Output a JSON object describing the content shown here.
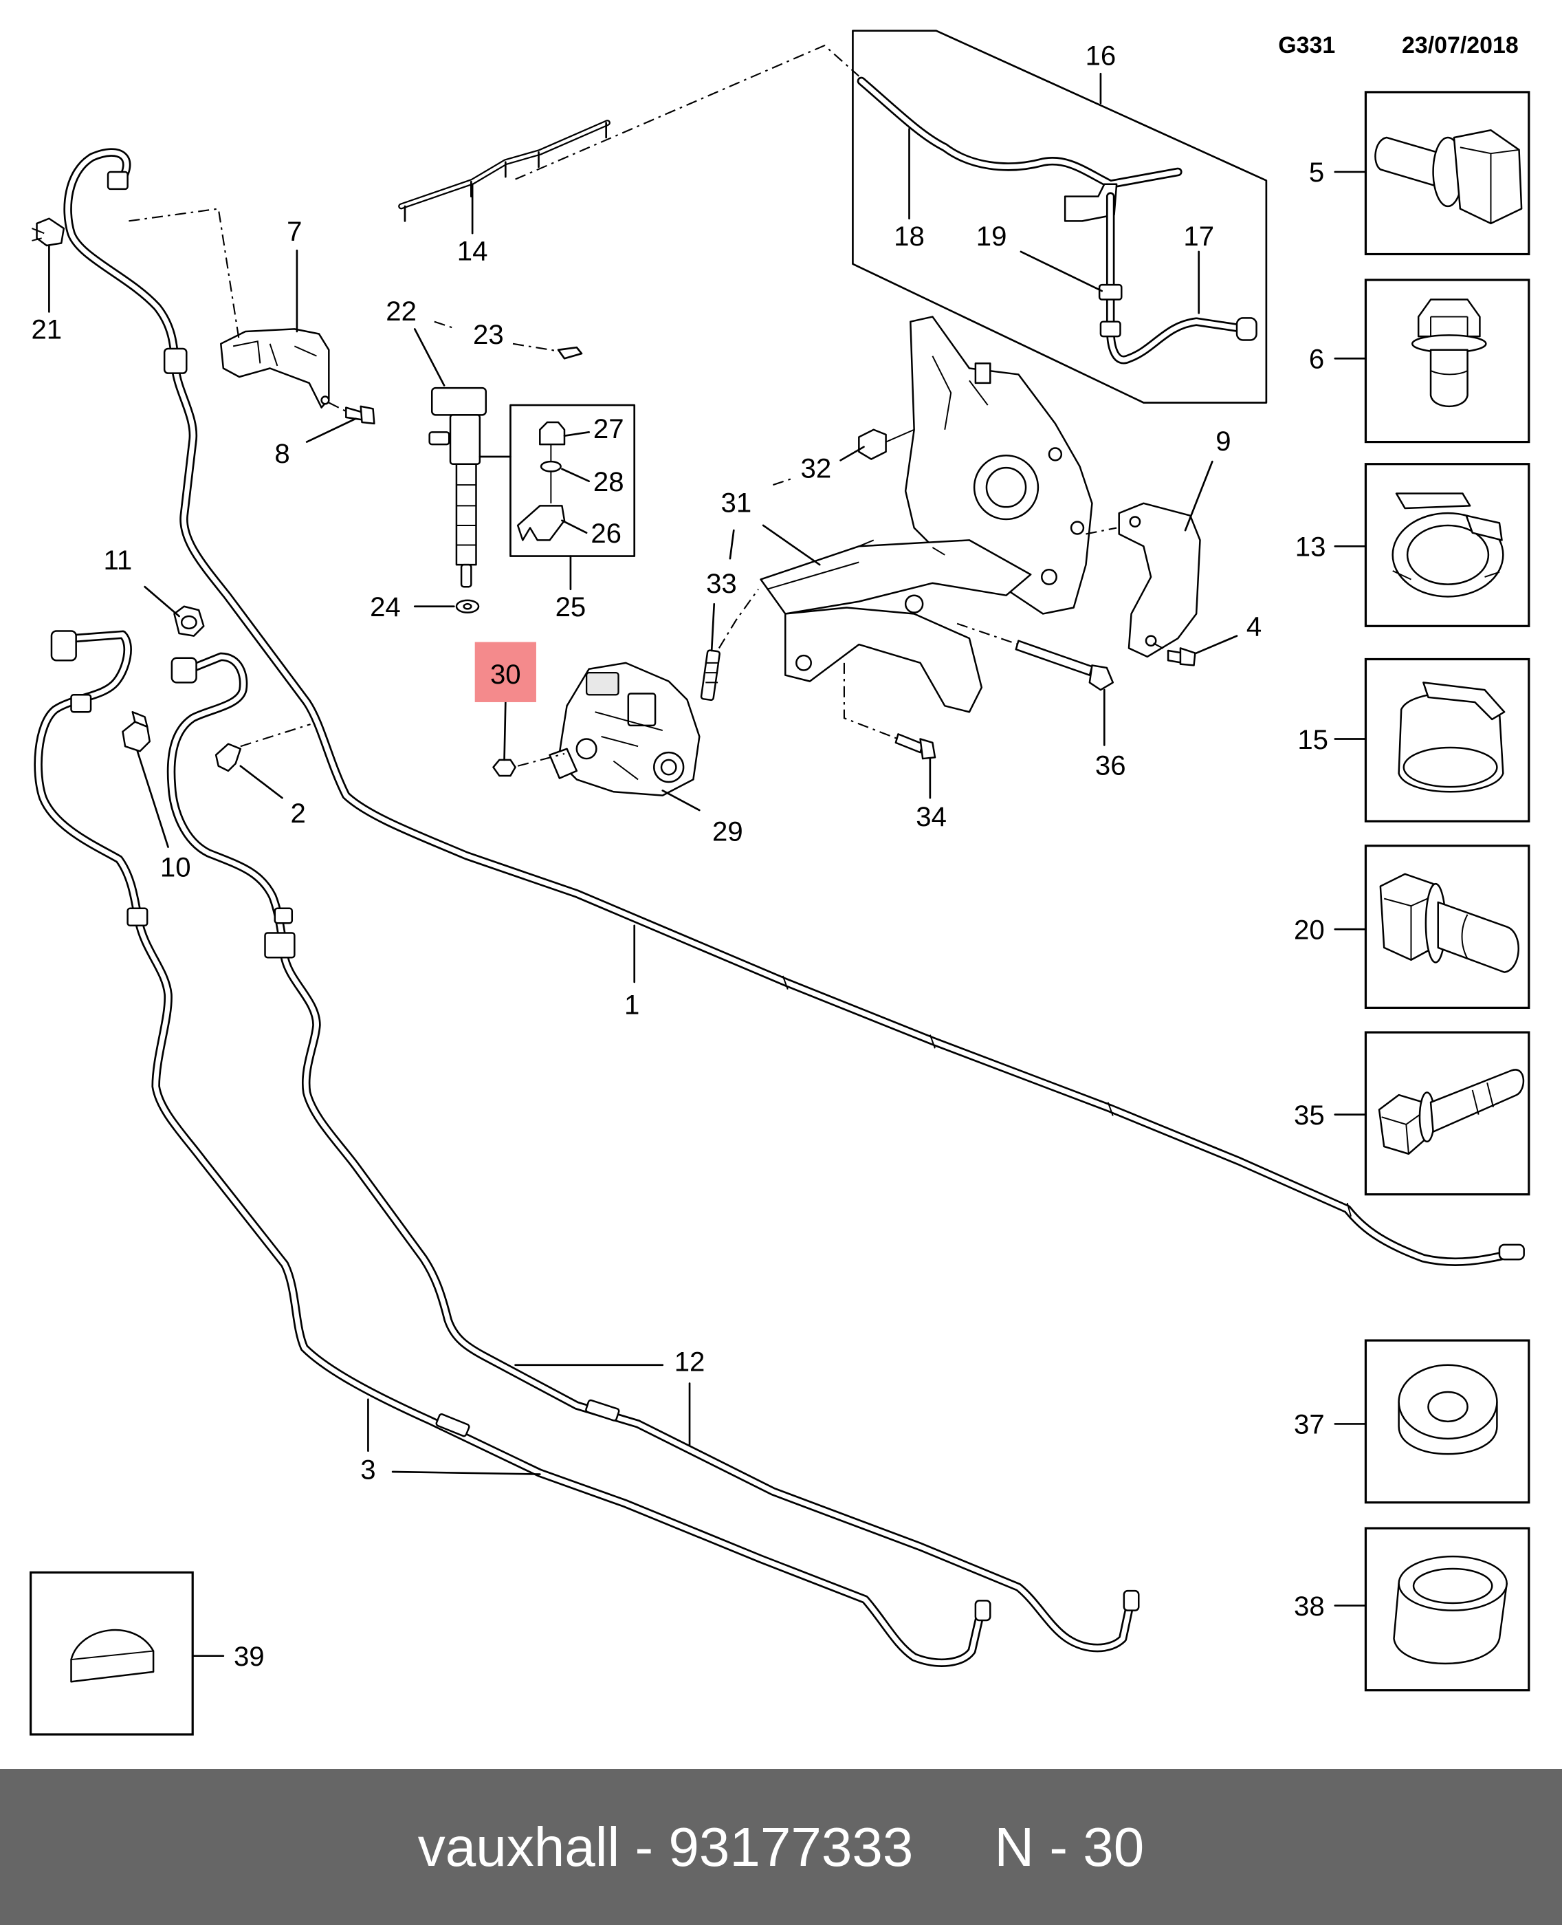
{
  "header": {
    "code": "G331",
    "date": "23/07/2018"
  },
  "labels": {
    "n1": "1",
    "n2": "2",
    "n3": "3",
    "n4": "4",
    "n5": "5",
    "n6": "6",
    "n7": "7",
    "n8": "8",
    "n9": "9",
    "n10": "10",
    "n11": "11",
    "n12": "12",
    "n13": "13",
    "n14": "14",
    "n15": "15",
    "n16": "16",
    "n17": "17",
    "n18": "18",
    "n19": "19",
    "n20": "20",
    "n21": "21",
    "n22": "22",
    "n23": "23",
    "n24": "24",
    "n25": "25",
    "n26": "26",
    "n27": "27",
    "n28": "28",
    "n29": "29",
    "n30": "30",
    "n31": "31",
    "n32": "32",
    "n33": "33",
    "n34": "34",
    "n35": "35",
    "n36": "36",
    "n37": "37",
    "n38": "38",
    "n39": "39"
  },
  "footer": {
    "brand_and_number": "vauxhall - 93177333",
    "reference": "N - 30"
  },
  "colors": {
    "line": "#000000",
    "highlight": "#f48a8c",
    "footer_bg": "#666666",
    "footer_text": "#ffffff"
  }
}
